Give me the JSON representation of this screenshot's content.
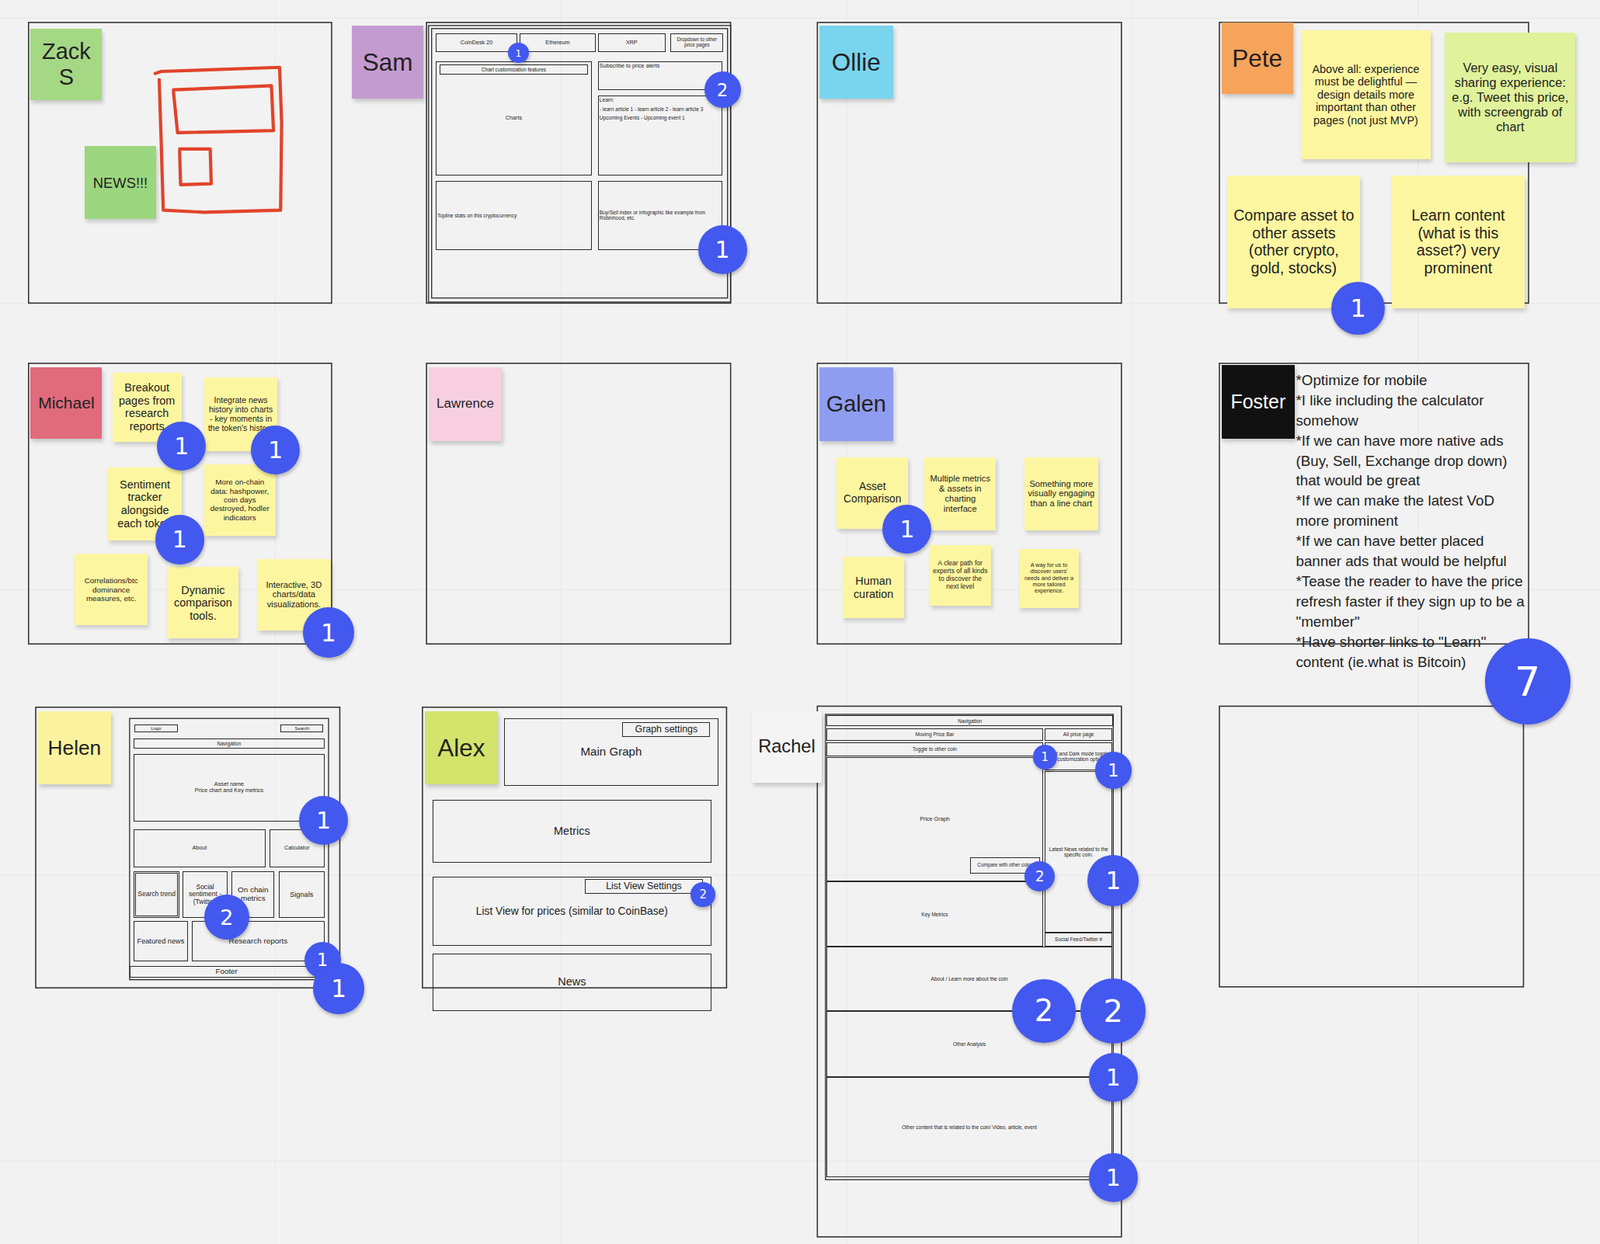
{
  "diagram": {
    "nodes": [
      {
        "text": [
          "Zack S"
        ]
      },
      {
        "text": [
          "NEWS!!!"
        ]
      },
      {
        "text": [
          "Sam"
        ]
      },
      {
        "text": [
          "CoinDesk 20"
        ]
      },
      {
        "text": [
          "Ethereum"
        ]
      },
      {
        "text": [
          "XRP"
        ]
      },
      {
        "text": [
          "Dropdown to other price pages"
        ]
      },
      {
        "text": [
          "Charts"
        ]
      },
      {
        "text": [
          "Chart customization features"
        ],
        "in": 7
      },
      {
        "text": [
          "Subscribe to price alerts"
        ]
      },
      {
        "text": [
          "Learn:",
          "- learn article 1 - learn article 2 - learn article 3",
          "Upcoming Events - Upcoming event 1"
        ]
      },
      {
        "text": [
          "Topline stats on this cryptocurrency"
        ]
      },
      {
        "text": [
          "Buy/Sell index or infographic like example from Robinhood, etc."
        ]
      },
      {
        "text": [
          "Ollie"
        ]
      },
      {
        "text": [
          "Pete"
        ]
      },
      {
        "text": [
          "Above all: experience must be delightful — design details more important than other pages (not just MVP)"
        ]
      },
      {
        "text": [
          "Very easy, visual sharing experience: e.g. Tweet this price, with screengrab of chart"
        ]
      },
      {
        "text": [
          "Compare asset to other assets (other crypto, gold, stocks)"
        ]
      },
      {
        "text": [
          "Learn content (what is this asset?) very prominent"
        ]
      },
      {
        "text": [
          "Michael"
        ]
      },
      {
        "text": [
          "Breakout pages from research reports"
        ]
      },
      {
        "text": [
          "Integrate news history into charts - key moments in the token's history"
        ]
      },
      {
        "text": [
          "Sentiment tracker alongside each token"
        ]
      },
      {
        "text": [
          "More on-chain data: hashpower, coin days destroyed, hodler indicators"
        ]
      },
      {
        "text": [
          "Correlations/btc dominance measures, etc."
        ]
      },
      {
        "text": [
          "Dynamic comparison tools."
        ]
      },
      {
        "text": [
          "Interactive, 3D charts/data visualizations."
        ]
      },
      {
        "text": [
          "Lawrence"
        ]
      },
      {
        "text": [
          "Galen"
        ]
      },
      {
        "text": [
          "Asset Comparison"
        ]
      },
      {
        "text": [
          "Multiple metrics & assets in charting interface"
        ]
      },
      {
        "text": [
          "Something more visually engaging than a line chart"
        ]
      },
      {
        "text": [
          "Human curation"
        ]
      },
      {
        "text": [
          "A clear path for experts of all kinds to discover the next level"
        ]
      },
      {
        "text": [
          "A way for us to discover users' needs and deliver a more tailored experience."
        ]
      },
      {
        "text": [
          "Foster"
        ]
      },
      {
        "text": [
          "Helen"
        ]
      },
      {
        "text": [
          "Logo"
        ]
      },
      {
        "text": [
          "Search"
        ]
      },
      {
        "text": [
          "Navigation"
        ]
      },
      {
        "text": [
          "Asset name",
          "Price chart and Key metrics"
        ]
      },
      {
        "text": [
          "About"
        ]
      },
      {
        "text": [
          "Calculator"
        ]
      },
      {
        "text": [
          "Search trend"
        ]
      },
      {
        "text": [
          "Social sentiment - (Twitter)"
        ]
      },
      {
        "text": [
          "On chain metrics"
        ]
      },
      {
        "text": [
          "Signals"
        ]
      },
      {
        "text": [
          "Featured news"
        ]
      },
      {
        "text": [
          "Research reports"
        ]
      },
      {
        "text": [
          "Footer"
        ]
      },
      {
        "text": [
          "Alex"
        ]
      },
      {
        "text": [
          "Main Graph"
        ]
      },
      {
        "text": [
          "Graph settings"
        ],
        "in": 51
      },
      {
        "text": [
          "Metrics"
        ]
      },
      {
        "text": [
          "List View for prices (similar to CoinBase)"
        ]
      },
      {
        "text": [
          "List View Settings"
        ],
        "in": 54
      },
      {
        "text": [
          "News"
        ]
      },
      {
        "text": [
          "Rachel"
        ]
      },
      {
        "text": [
          "Navigation"
        ]
      },
      {
        "text": [
          "Moving Price Bar"
        ]
      },
      {
        "text": [
          "All price page"
        ]
      },
      {
        "text": [
          "Toggle to other coin"
        ]
      },
      {
        "text": [
          "Light and Dark mode toggle/ UI customization options"
        ]
      },
      {
        "text": [
          "Price Graph"
        ]
      },
      {
        "text": [
          "Compare with other coins"
        ],
        "in": 63
      },
      {
        "text": [
          "Latest News related to the specific coin."
        ]
      },
      {
        "text": [
          "Key Metrics"
        ]
      },
      {
        "text": [
          "Social Feed/Twitter #"
        ]
      },
      {
        "text": [
          "About / Learn more about the coin"
        ]
      },
      {
        "text": [
          "Other Analysis"
        ]
      },
      {
        "text": [
          "Other content that is related to the coin/ Video, article, event"
        ]
      }
    ],
    "labels": [
      "*Optimize for mobile",
      "*I like including the calculator somehow",
      "*If we can have more native ads (Buy, Sell, Exchange drop down) that would be great",
      "*If we can make the latest VoD more prominent",
      "*If we can have better placed banner ads that would be helpful",
      "*Tease the reader to have the price refresh faster if they sign up to be a \"member\"",
      "*Have shorter links to \"Learn\" content (ie.what is Bitcoin)",
      "1",
      "2",
      "1",
      "1",
      "1",
      "1",
      "1",
      "1",
      "1",
      "7",
      "1",
      "2",
      "1",
      "1",
      "2",
      "1",
      "1",
      "2",
      "1",
      "2",
      "2",
      "1",
      "1"
    ]
  }
}
